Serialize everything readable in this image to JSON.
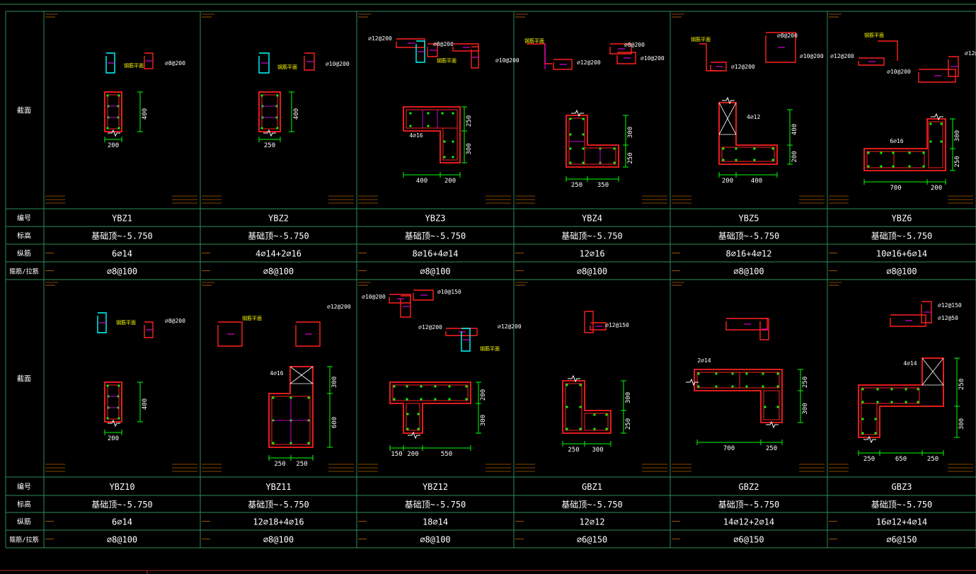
{
  "sheet": {
    "colors": {
      "grid": "#2e8b57",
      "label": "#ffffff",
      "dim": "#00ff00",
      "outline": "#ff2020",
      "rebar": "#ff00ff",
      "tie": "#00ffff",
      "small_text": "#ff8c00",
      "note": "#ffff00",
      "hatch": "#ffffff"
    },
    "row_labels": {
      "section": "截面",
      "id": "编号",
      "elevation": "标高",
      "longitudinal": "纵筋",
      "stirrup": "箍筋/拉筋"
    },
    "panels": [
      {
        "columns": [
          {
            "id": "YBZ1",
            "elevation": "基础顶~-5.750",
            "longitudinal": "6⌀14",
            "stirrup": "⌀8@100"
          },
          {
            "id": "YBZ2",
            "elevation": "基础顶~-5.750",
            "longitudinal": "4⌀14+2⌀16",
            "stirrup": "⌀8@100"
          },
          {
            "id": "YBZ3",
            "elevation": "基础顶~-5.750",
            "longitudinal": "8⌀16+4⌀14",
            "stirrup": "⌀8@100"
          },
          {
            "id": "YBZ4",
            "elevation": "基础顶~-5.750",
            "longitudinal": "12⌀16",
            "stirrup": "⌀8@100"
          },
          {
            "id": "YBZ5",
            "elevation": "基础顶~-5.750",
            "longitudinal": "8⌀16+4⌀12",
            "stirrup": "⌀8@100"
          },
          {
            "id": "YBZ6",
            "elevation": "基础顶~-5.750",
            "longitudinal": "10⌀16+6⌀14",
            "stirrup": "⌀8@100"
          }
        ]
      },
      {
        "columns": [
          {
            "id": "YBZ10",
            "elevation": "基础顶~-5.750",
            "longitudinal": "6⌀14",
            "stirrup": "⌀8@100"
          },
          {
            "id": "YBZ11",
            "elevation": "基础顶~-5.750",
            "longitudinal": "12⌀18+4⌀16",
            "stirrup": "⌀8@100"
          },
          {
            "id": "YBZ12",
            "elevation": "基础顶~-5.750",
            "longitudinal": "18⌀14",
            "stirrup": "⌀8@100"
          },
          {
            "id": "GBZ1",
            "elevation": "基础顶~-5.750",
            "longitudinal": "12⌀12",
            "stirrup": "⌀6@150"
          },
          {
            "id": "GBZ2",
            "elevation": "基础顶~-5.750",
            "longitudinal": "14⌀12+2⌀14",
            "stirrup": "⌀6@150"
          },
          {
            "id": "GBZ3",
            "elevation": "基础顶~-5.750",
            "longitudinal": "16⌀12+4⌀14",
            "stirrup": "⌀6@150"
          }
        ]
      }
    ],
    "dimensions": {
      "YBZ1": {
        "w": "200",
        "h": "400"
      },
      "YBZ2": {
        "w": "250",
        "h": "400"
      },
      "YBZ3": {
        "a": "400",
        "b": "200",
        "c": "250",
        "d": "300",
        "bar": "4⌀16"
      },
      "YBZ4": {
        "a": "250",
        "b": "350",
        "c": "300",
        "d": "250"
      },
      "YBZ5": {
        "a": "200",
        "b": "400",
        "c": "400",
        "d": "200",
        "bar": "4⌀12"
      },
      "YBZ6": {
        "a": "700",
        "b": "200",
        "c": "300",
        "d": "250",
        "bar": "6⌀16"
      },
      "YBZ10": {
        "w": "200",
        "h": "400"
      },
      "YBZ11": {
        "a": "250",
        "b": "250",
        "c": "300",
        "d": "600",
        "bar": "4⌀16"
      },
      "YBZ12": {
        "a": "150",
        "b": "200",
        "c": "550",
        "d": "200",
        "e": "300"
      },
      "GBZ1": {
        "a": "250",
        "b": "300",
        "c": "300",
        "d": "250"
      },
      "GBZ2": {
        "a": "700",
        "b": "250",
        "c": "250",
        "d": "300",
        "bar": "2⌀14"
      },
      "GBZ3": {
        "a": "250",
        "b": "650",
        "c": "250",
        "d": "250",
        "e": "300",
        "bar": "4⌀14"
      }
    },
    "tie_labels": {
      "t1": "⌀8@200",
      "t2": "⌀10@200",
      "t3": "⌀12@200",
      "t4": "⌀12@150",
      "t5": "⌀12@50",
      "t6": "⌀10@150",
      "note": "钢筋平面"
    }
  }
}
